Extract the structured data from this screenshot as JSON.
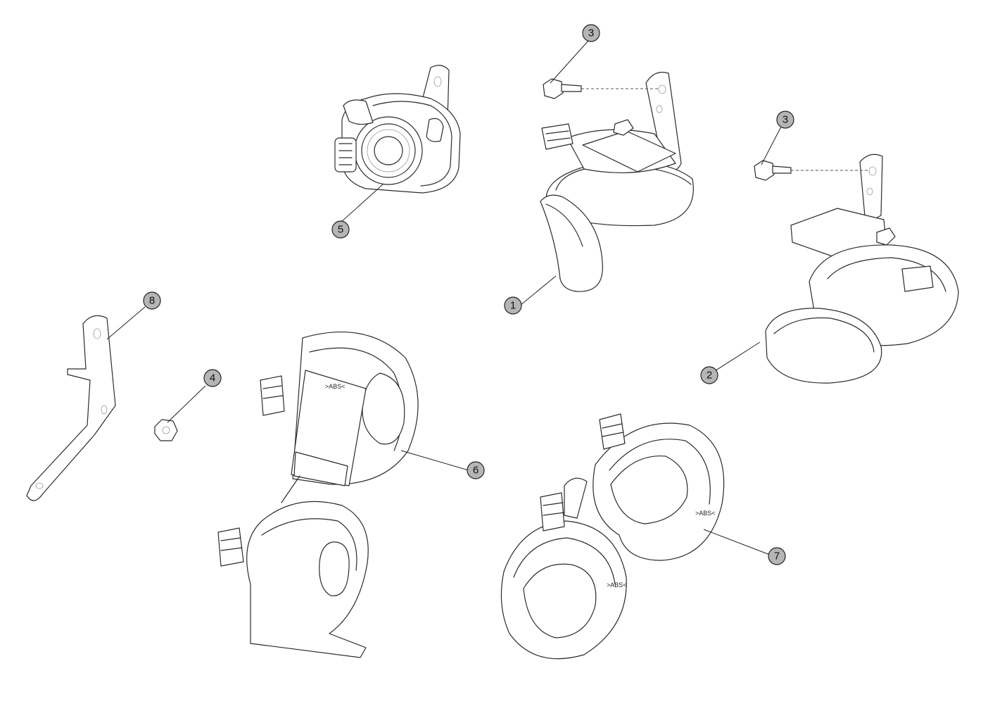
{
  "callouts": [
    {
      "id": "callout-1",
      "label": "1"
    },
    {
      "id": "callout-2",
      "label": "2"
    },
    {
      "id": "callout-3a",
      "label": "3"
    },
    {
      "id": "callout-3b",
      "label": "3"
    },
    {
      "id": "callout-4",
      "label": "4"
    },
    {
      "id": "callout-5",
      "label": "5"
    },
    {
      "id": "callout-6",
      "label": "6"
    },
    {
      "id": "callout-7",
      "label": "7"
    },
    {
      "id": "callout-8",
      "label": "8"
    }
  ],
  "markings": {
    "horn_logo": ">ABS<"
  }
}
